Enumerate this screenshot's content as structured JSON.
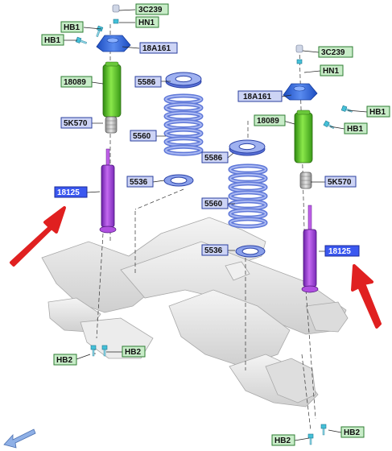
{
  "labels": {
    "left_3c239": "3C239",
    "left_hn1": "HN1",
    "left_hb1_a": "HB1",
    "left_hb1_b": "HB1",
    "left_18a161": "18A161",
    "left_18089": "18089",
    "left_5k570": "5K570",
    "left_18125": "18125",
    "left_hb2_a": "HB2",
    "left_hb2_b": "HB2",
    "mid_5586": "5586",
    "mid_5560": "5560",
    "mid_5536": "5536",
    "right_5586": "5586",
    "right_5560": "5560",
    "right_5536": "5536",
    "right_3c239": "3C239",
    "right_hn1": "HN1",
    "right_18a161": "18A161",
    "right_hb1_a": "HB1",
    "right_hb1_b": "HB1",
    "right_18089": "18089",
    "right_5k570": "5K570",
    "right_18125": "18125",
    "right_hb2_a": "HB2",
    "right_hb2_b": "HB2"
  },
  "colors": {
    "green_label_fill": "#c8ecc8",
    "blue_label_fill": "#cdd4f5",
    "selected_label_fill": "#3b58f0",
    "arrow_red": "#e02020",
    "nav_arrow": "#7a9fd8",
    "mount_blue": "#2f6de0",
    "bump_stop_green": "#5ec82c",
    "shock_purple": "#a040d8",
    "spring_blue": "#7f95e6",
    "subframe_grey": "#e6e6e6"
  },
  "icons": {
    "nav": "back-arrow-icon",
    "pointer": "red-pointer-arrow-icon"
  }
}
